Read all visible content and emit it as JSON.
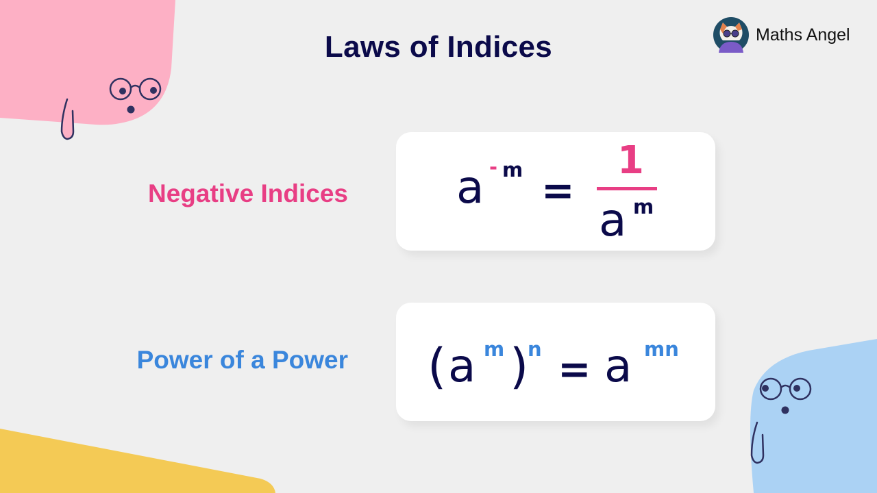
{
  "page": {
    "title": "Laws of Indices"
  },
  "brand": {
    "name": "Maths Angel",
    "logo_icon": "cat-with-sunglasses-avatar-icon"
  },
  "colors": {
    "background": "#efefef",
    "title": "#0b0a4a",
    "negative_accent": "#e83e84",
    "power_accent": "#3a86dc",
    "pink_blob": "#fdb0c5",
    "blue_blob": "#abd2f4",
    "yellow_blob": "#f4ca55",
    "face_stroke": "#2f3160"
  },
  "laws": [
    {
      "label": "Negative Indices",
      "formula": {
        "base": "a",
        "exponent_sign": "-",
        "exponent": "m",
        "equals": "=",
        "numerator": "1",
        "denominator_base": "a",
        "denominator_exponent": "m"
      }
    },
    {
      "label": "Power of a Power",
      "formula": {
        "open_paren": "(",
        "base": "a",
        "inner_exponent": "m",
        "close_paren": ")",
        "outer_exponent": "n",
        "equals": "=",
        "result_base": "a",
        "result_exponent": "mn"
      }
    }
  ],
  "decorations": [
    "pink-blob-character",
    "blue-blob-character",
    "yellow-blob"
  ]
}
